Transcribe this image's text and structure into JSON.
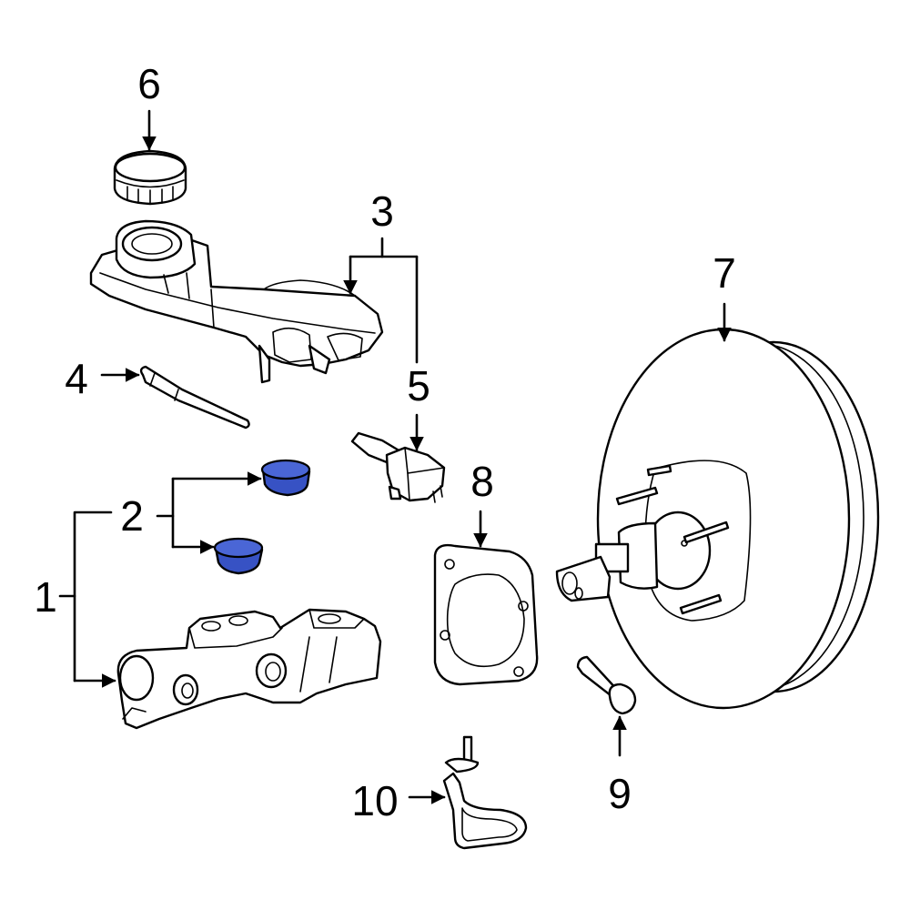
{
  "diagram": {
    "highlight_color": "#3752c4",
    "highlight_dark": "#2a3f9e",
    "callouts": {
      "c1": "1",
      "c2": "2",
      "c3": "3",
      "c4": "4",
      "c5": "5",
      "c6": "6",
      "c7": "7",
      "c8": "8",
      "c9": "9",
      "c10": "10"
    }
  }
}
